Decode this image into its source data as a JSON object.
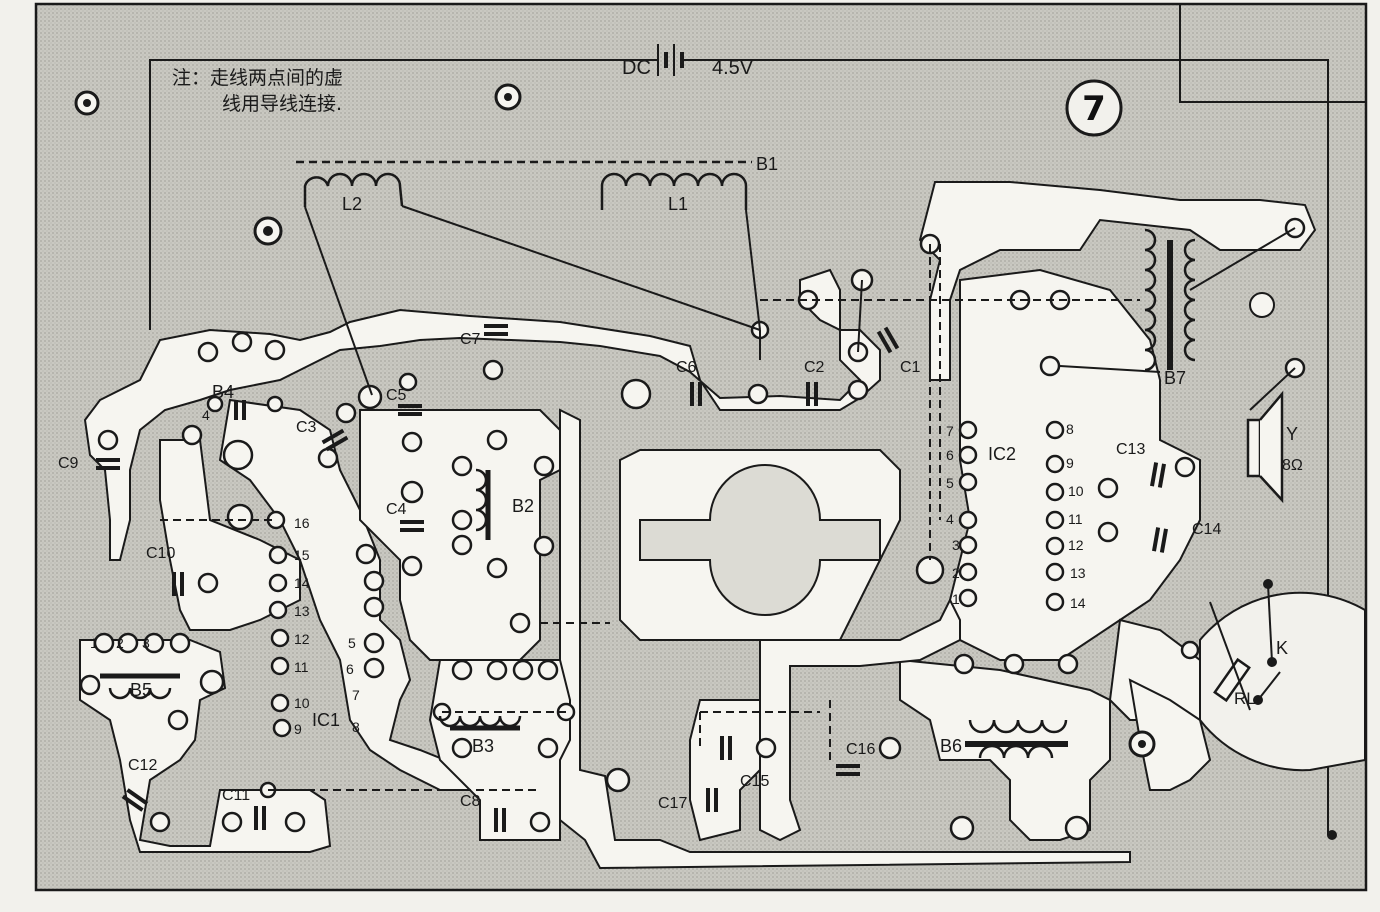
{
  "diagram": {
    "figure_number": "7",
    "note_line1": "注：走线两点间的虚",
    "note_line2": "线用导线连接.",
    "supply_label": "DC",
    "supply_voltage": "4.5V",
    "speaker_label": "Y",
    "speaker_impedance": "8Ω",
    "switch_label": "K",
    "ic_labels": [
      "IC1",
      "IC2"
    ],
    "transformer_labels": [
      "B1",
      "B2",
      "B3",
      "B4",
      "B5",
      "B6",
      "B7"
    ],
    "inductor_labels": [
      "L1",
      "L2"
    ],
    "capacitor_labels": [
      "C1",
      "C2",
      "C3",
      "C4",
      "C5",
      "C6",
      "C7",
      "C8",
      "C9",
      "C10",
      "C11",
      "C12",
      "C13",
      "C14",
      "C15",
      "C16",
      "C17"
    ],
    "resistor_labels": [
      "RL"
    ],
    "ic1_pins": [
      "1",
      "2",
      "3",
      "4",
      "5",
      "6",
      "7",
      "8",
      "9",
      "10",
      "11",
      "12",
      "13",
      "14",
      "15",
      "16"
    ],
    "ic2_pins": [
      "1",
      "2",
      "3",
      "4",
      "5",
      "6",
      "7",
      "8",
      "9",
      "10",
      "11",
      "12",
      "13",
      "14"
    ],
    "colors": {
      "background": "#f2f1ec",
      "board": "#c9c8c1",
      "trace": "#f6f5f0",
      "ink": "#1a1a1a"
    }
  }
}
